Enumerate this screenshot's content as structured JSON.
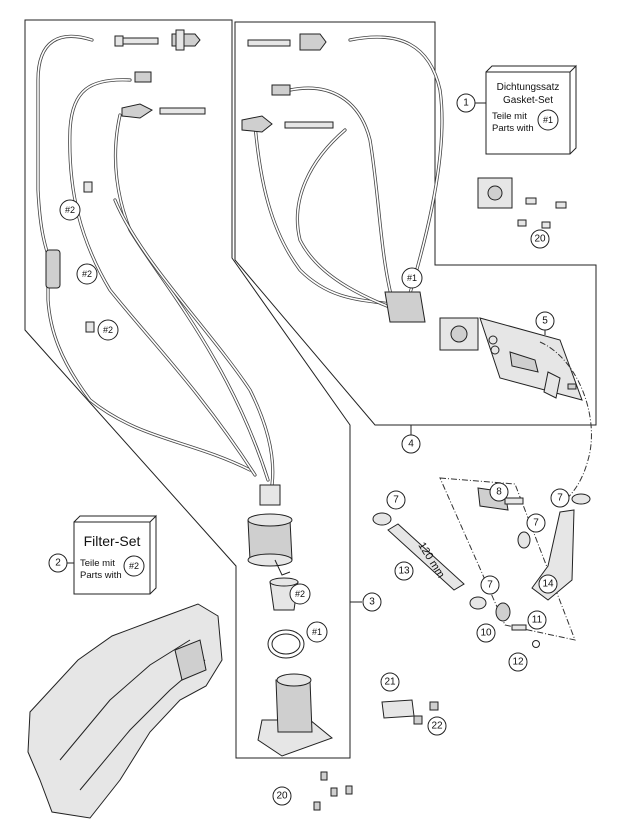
{
  "gasket_box": {
    "line1": "Dichtungssatz",
    "line2": "Gasket-Set",
    "line3": "Teile mit",
    "line4": "Parts with",
    "ref": "#1"
  },
  "filter_box": {
    "title": "Filter-Set",
    "line1": "Teile mit",
    "line2": "Parts with",
    "ref": "#2"
  },
  "dimension_label": "120 mm",
  "callouts": {
    "c1": "1",
    "c2": "2",
    "c3": "3",
    "c4": "4",
    "c5": "5",
    "c7a": "7",
    "c7b": "7",
    "c7c": "7",
    "c7d": "7",
    "c8": "8",
    "c10": "10",
    "c11": "11",
    "c12": "12",
    "c13": "13",
    "c14": "14",
    "c20a": "20",
    "c20b": "20",
    "c21": "21",
    "c22": "22"
  },
  "refs": {
    "r2a": "#2",
    "r2b": "#2",
    "r2c": "#2",
    "r2d": "#2",
    "r1a": "#1",
    "r1b": "#1"
  }
}
